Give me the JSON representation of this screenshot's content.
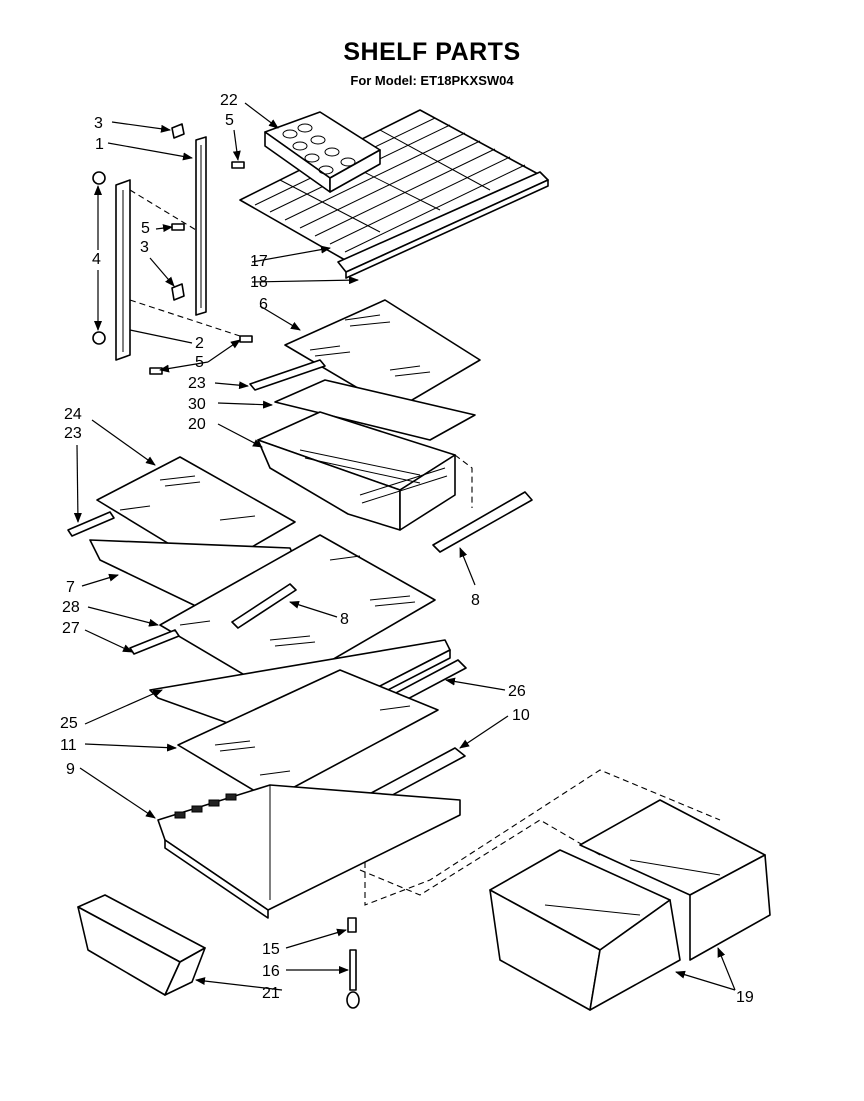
{
  "header": {
    "title": "SHELF PARTS",
    "subtitle": "For Model: ET18PKXSW04"
  },
  "callouts": {
    "c3a": "3",
    "c1": "1",
    "c22": "22",
    "c5a": "5",
    "c4": "4",
    "c5b": "5",
    "c3b": "3",
    "c17": "17",
    "c18": "18",
    "c6": "6",
    "c2": "2",
    "c5c": "5",
    "c23a": "23",
    "c30": "30",
    "c20": "20",
    "c24": "24",
    "c23b": "23",
    "c8a": "8",
    "c7": "7",
    "c28": "28",
    "c8b": "8",
    "c27": "27",
    "c26": "26",
    "c25": "25",
    "c10": "10",
    "c11": "11",
    "c9": "9",
    "c15": "15",
    "c16": "16",
    "c21": "21",
    "c19": "19"
  }
}
